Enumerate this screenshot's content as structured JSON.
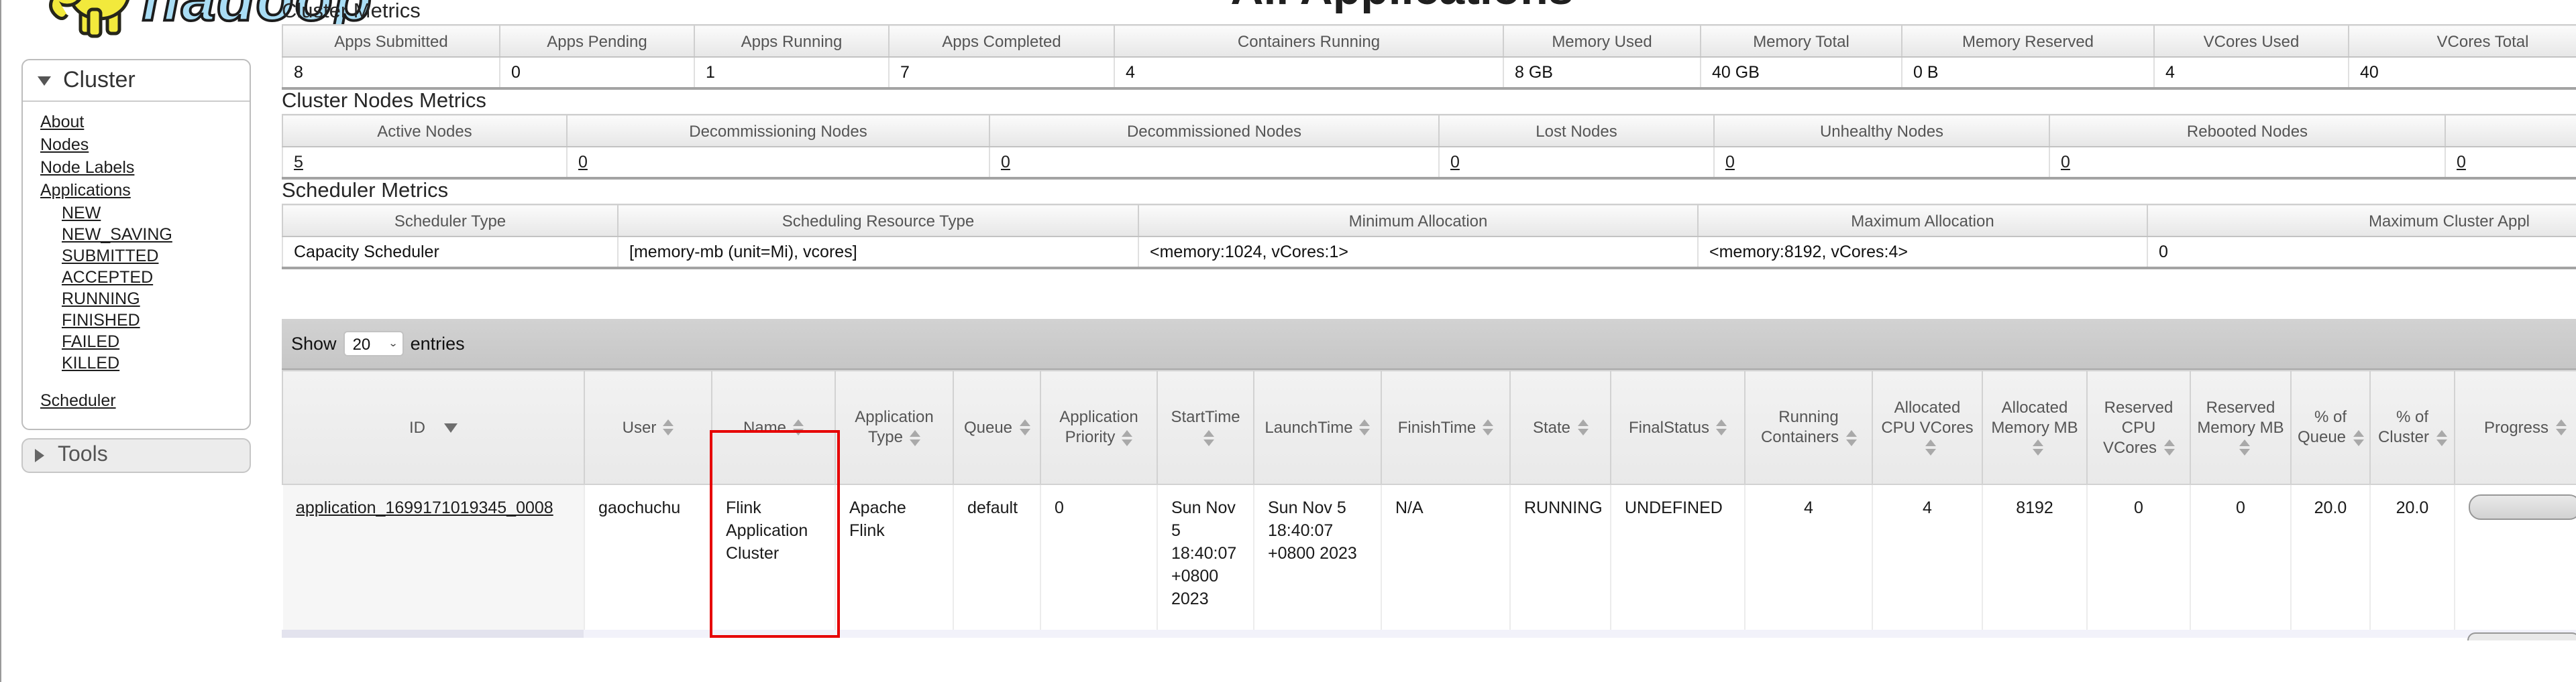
{
  "brand": {
    "logo_text": "hadoop"
  },
  "page": {
    "title": "All Applications"
  },
  "colors": {
    "highlight_box": "#e60000",
    "logo_blue": "#a9ddf5",
    "logo_yellow": "#f2e93c"
  },
  "sidebar": {
    "cluster": {
      "title": "Cluster",
      "links": [
        "About",
        "Nodes",
        "Node Labels",
        "Applications"
      ],
      "app_states": [
        "NEW",
        "NEW_SAVING",
        "SUBMITTED",
        "ACCEPTED",
        "RUNNING",
        "FINISHED",
        "FAILED",
        "KILLED"
      ],
      "scheduler_link": "Scheduler"
    },
    "tools": {
      "title": "Tools"
    }
  },
  "cluster_metrics": {
    "title": "Cluster Metrics",
    "headers": [
      "Apps Submitted",
      "Apps Pending",
      "Apps Running",
      "Apps Completed",
      "Containers Running",
      "Memory Used",
      "Memory Total",
      "Memory Reserved",
      "VCores Used",
      "VCores Total"
    ],
    "values": [
      "8",
      "0",
      "1",
      "7",
      "4",
      "8 GB",
      "40 GB",
      "0 B",
      "4",
      "40"
    ]
  },
  "cluster_nodes_metrics": {
    "title": "Cluster Nodes Metrics",
    "headers": [
      "Active Nodes",
      "Decommissioning Nodes",
      "Decommissioned Nodes",
      "Lost Nodes",
      "Unhealthy Nodes",
      "Rebooted Nodes",
      ""
    ],
    "values": [
      "5",
      "0",
      "0",
      "0",
      "0",
      "0",
      "0"
    ]
  },
  "scheduler_metrics": {
    "title": "Scheduler Metrics",
    "headers": [
      "Scheduler Type",
      "Scheduling Resource Type",
      "Minimum Allocation",
      "Maximum Allocation",
      "Maximum Cluster Appl"
    ],
    "values": [
      "Capacity Scheduler",
      "[memory-mb (unit=Mi), vcores]",
      "<memory:1024, vCores:1>",
      "<memory:8192, vCores:4>",
      "0"
    ]
  },
  "apps_table": {
    "length_control": {
      "show_label": "Show",
      "page_size": "20",
      "entries_label": "entries"
    },
    "columns": [
      "ID",
      "User",
      "Name",
      "Application Type",
      "Queue",
      "Application Priority",
      "StartTime",
      "LaunchTime",
      "FinishTime",
      "State",
      "FinalStatus",
      "Running Containers",
      "Allocated CPU VCores",
      "Allocated Memory MB",
      "Reserved CPU VCores",
      "Reserved Memory MB",
      "% of Queue",
      "% of Cluster",
      "Progress"
    ],
    "row": {
      "id": "application_1699171019345_0008",
      "user": "gaochuchu",
      "name": "Flink Application Cluster",
      "application_type": "Apache Flink",
      "queue": "default",
      "application_priority": "0",
      "start_time": "Sun Nov 5 18:40:07 +0800 2023",
      "launch_time": "Sun Nov 5 18:40:07 +0800 2023",
      "finish_time": "N/A",
      "state": "RUNNING",
      "final_status": "UNDEFINED",
      "running_containers": "4",
      "allocated_cpu_vcores": "4",
      "allocated_memory_mb": "8192",
      "reserved_cpu_vcores": "0",
      "reserved_memory_mb": "0",
      "pct_of_queue": "20.0",
      "pct_of_cluster": "20.0",
      "progress_percent": 0
    }
  }
}
